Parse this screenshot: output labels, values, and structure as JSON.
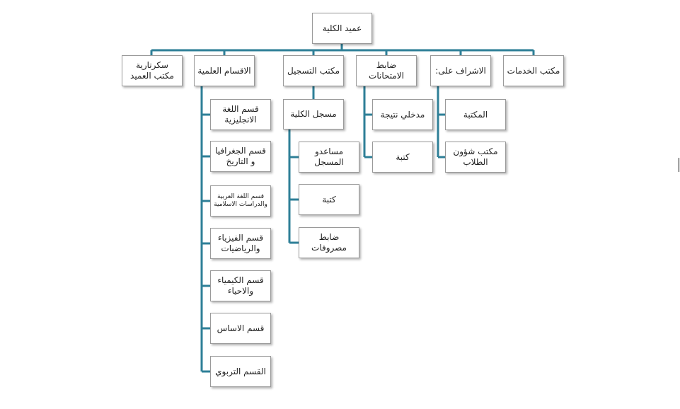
{
  "colors": {
    "connector": "#2e7f97",
    "box_border": "#9a9a9a"
  },
  "root": {
    "label": "عميد الكلية"
  },
  "departments": {
    "services": "مكتب الخدمات",
    "supervision": "الاشراف على:",
    "exams": "ضابط الامتحانات",
    "registration": "مكتب التسجيل",
    "academic": "الاقسام العلمية",
    "secretariat": "سكرتارية مكتب العميد"
  },
  "supervision_items": [
    "المكتبة",
    "مكتب شؤون الطلاب"
  ],
  "exams_items": [
    "مدخلي نتيجة",
    "كتبة"
  ],
  "registration_items": {
    "registrar": "مسجل الكلية",
    "sub": [
      "مساعدو المسجل",
      "كتبة",
      "ضابط مصروفات"
    ]
  },
  "academic_items": [
    "قسم اللغة الانجليزية",
    "قسم الجغرافيا و التاريخ",
    "قسم اللغة العربية والدراسات الاسلامية",
    "قسم الفيزياء والرياضيات",
    "قسم الكيمياء والاحياء",
    "قسم الاساس",
    "القسم التربوي"
  ]
}
